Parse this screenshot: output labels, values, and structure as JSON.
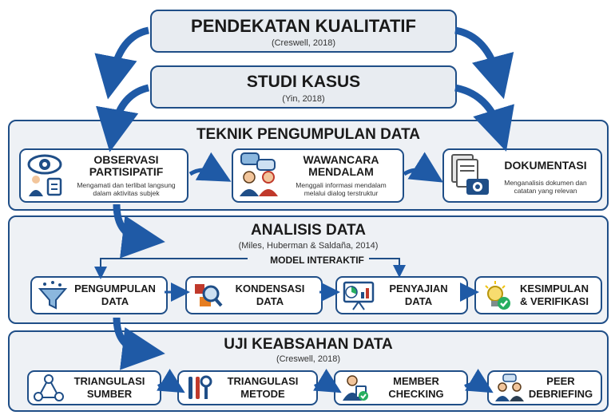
{
  "header": {
    "title": "PENDEKATAN KUALITATIF",
    "citation": "(Creswell, 2018)"
  },
  "case_study": {
    "title": "STUDI KASUS",
    "citation": "(Yin, 2018)"
  },
  "data_collection": {
    "title": "TEKNIK PENGUMPULAN DATA",
    "cards": [
      {
        "title_line1": "OBSERVASI",
        "title_line2": "PARTISIPATIF",
        "desc_line1": "Mengamati dan terlibat langsung",
        "desc_line2": "dalam aktivitas subjek",
        "icon": "eye-observer-icon"
      },
      {
        "title_line1": "WAWANCARA",
        "title_line2": "MENDALAM",
        "desc_line1": "Menggali informasi mendalam",
        "desc_line2": "melalui dialog terstruktur",
        "icon": "interview-people-icon"
      },
      {
        "title_line1": "DOKUMENTASI",
        "title_line2": "",
        "desc_line1": "Menganalisis dokumen dan",
        "desc_line2": "catatan yang relevan",
        "icon": "document-camera-icon"
      }
    ]
  },
  "analysis": {
    "title": "ANALISIS DATA",
    "citation": "(Miles, Huberman & Saldaña, 2014)",
    "model_label": "MODEL INTERAKTIF",
    "steps": [
      {
        "line1": "PENGUMPULAN",
        "line2": "DATA",
        "icon": "funnel-icon"
      },
      {
        "line1": "KONDENSASI",
        "line2": "DATA",
        "icon": "magnifier-icon"
      },
      {
        "line1": "PENYAJIAN",
        "line2": "DATA",
        "icon": "presentation-chart-icon"
      },
      {
        "line1": "KESIMPULAN",
        "line2": "& VERIFIKASI",
        "icon": "lightbulb-check-icon"
      }
    ]
  },
  "validity": {
    "title": "UJI KEABSAHAN DATA",
    "citation": "(Creswell, 2018)",
    "steps": [
      {
        "line1": "TRIANGULASI",
        "line2": "SUMBER",
        "icon": "triangle-network-icon"
      },
      {
        "line1": "TRIANGULASI",
        "line2": "METODE",
        "icon": "tools-icon"
      },
      {
        "line1": "MEMBER",
        "line2": "CHECKING",
        "icon": "person-check-icon"
      },
      {
        "line1": "PEER",
        "line2": "DEBRIEFING",
        "icon": "peers-chat-icon"
      }
    ]
  },
  "colors": {
    "accent": "#1f4e87",
    "box_fill": "#e8ecf1",
    "arrow": "#1f5aa6"
  }
}
